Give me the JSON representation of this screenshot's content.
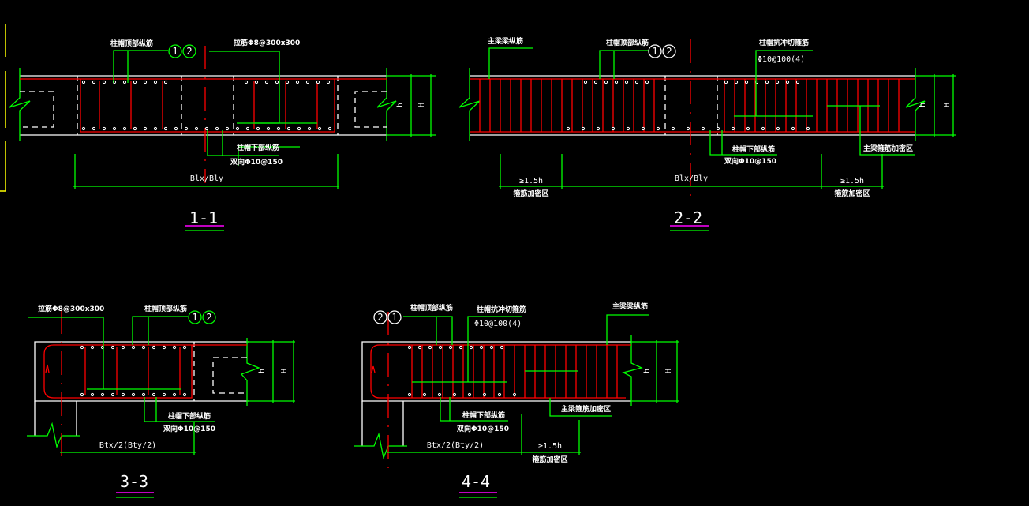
{
  "colors": {
    "background": "#000000",
    "concrete_outline": "#ffffff",
    "rebar": "#ff0000",
    "leader_dimension": "#00ff00",
    "title_underline_top": "#ff00ff",
    "title_underline_bottom": "#00ff00",
    "border": "#ffff00"
  },
  "sections": [
    {
      "title": "1-1",
      "labels": {
        "top_rebar": "柱帽顶部纵筋",
        "tie_bar": "拉筋Φ8@300x300",
        "bottom_rebar": "柱帽下部纵筋",
        "bottom_rebar_spec": "双向Φ10@150",
        "span": "Blx/Bly",
        "circle_1": "1",
        "circle_2": "2",
        "dim_h": "h",
        "dim_H": "H"
      }
    },
    {
      "title": "2-2",
      "labels": {
        "main_beam_rebar": "主梁梁纵筋",
        "top_rebar": "柱帽顶部纵筋",
        "punching_stirrup": "柱帽抗冲切箍筋",
        "punching_stirrup_spec": "Φ10@100(4)",
        "bottom_rebar": "柱帽下部纵筋",
        "bottom_rebar_spec": "双向Φ10@150",
        "main_beam_dense_zone": "主梁箍筋加密区",
        "span": "Blx/Bly",
        "left_dense_len": "≥1.5h",
        "left_dense_label": "箍筋加密区",
        "right_dense_len": "≥1.5h",
        "right_dense_label": "箍筋加密区",
        "circle_1": "1",
        "circle_2": "2",
        "dim_h": "h",
        "dim_H": "H"
      }
    },
    {
      "title": "3-3",
      "labels": {
        "tie_bar": "拉筋Φ8@300x300",
        "top_rebar": "柱帽顶部纵筋",
        "bottom_rebar": "柱帽下部纵筋",
        "bottom_rebar_spec": "双向Φ10@150",
        "span": "Btx/2(Bty/2)",
        "circle_1": "1",
        "circle_2": "2",
        "dim_h": "h",
        "dim_H": "H"
      }
    },
    {
      "title": "4-4",
      "labels": {
        "top_rebar": "柱帽顶部纵筋",
        "punching_stirrup": "柱帽抗冲切箍筋",
        "punching_stirrup_spec": "Φ10@100(4)",
        "main_beam_rebar": "主梁梁纵筋",
        "bottom_rebar": "柱帽下部纵筋",
        "bottom_rebar_spec": "双向Φ10@150",
        "main_beam_dense_zone": "主梁箍筋加密区",
        "span": "Btx/2(Bty/2)",
        "dense_len": "≥1.5h",
        "dense_label": "箍筋加密区",
        "circle_1": "1",
        "circle_2": "2",
        "dim_h": "h",
        "dim_H": "H"
      }
    }
  ]
}
